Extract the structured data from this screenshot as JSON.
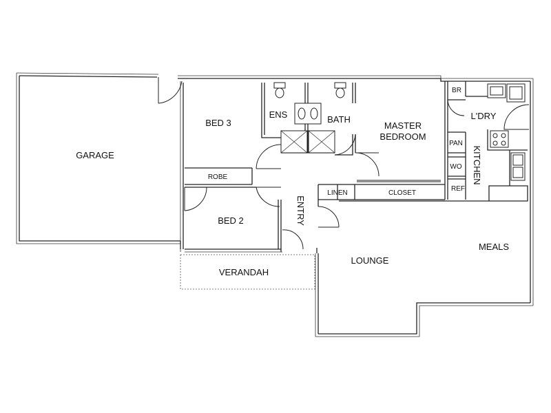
{
  "plan": {
    "rooms": {
      "garage": "GARAGE",
      "bed3": "BED 3",
      "ens": "ENS",
      "bath": "BATH",
      "master_line1": "MASTER",
      "master_line2": "BEDROOM",
      "br": "BR",
      "ldry": "L'DRY",
      "pan": "PAN",
      "wo": "WO",
      "ref": "REF",
      "kitchen": "KITCHEN",
      "robe": "ROBE",
      "entry": "ENTRY",
      "linen": "LINEN",
      "closet": "CLOSET",
      "bed2": "BED 2",
      "verandah": "VERANDAH",
      "lounge": "LOUNGE",
      "meals": "MEALS"
    }
  }
}
